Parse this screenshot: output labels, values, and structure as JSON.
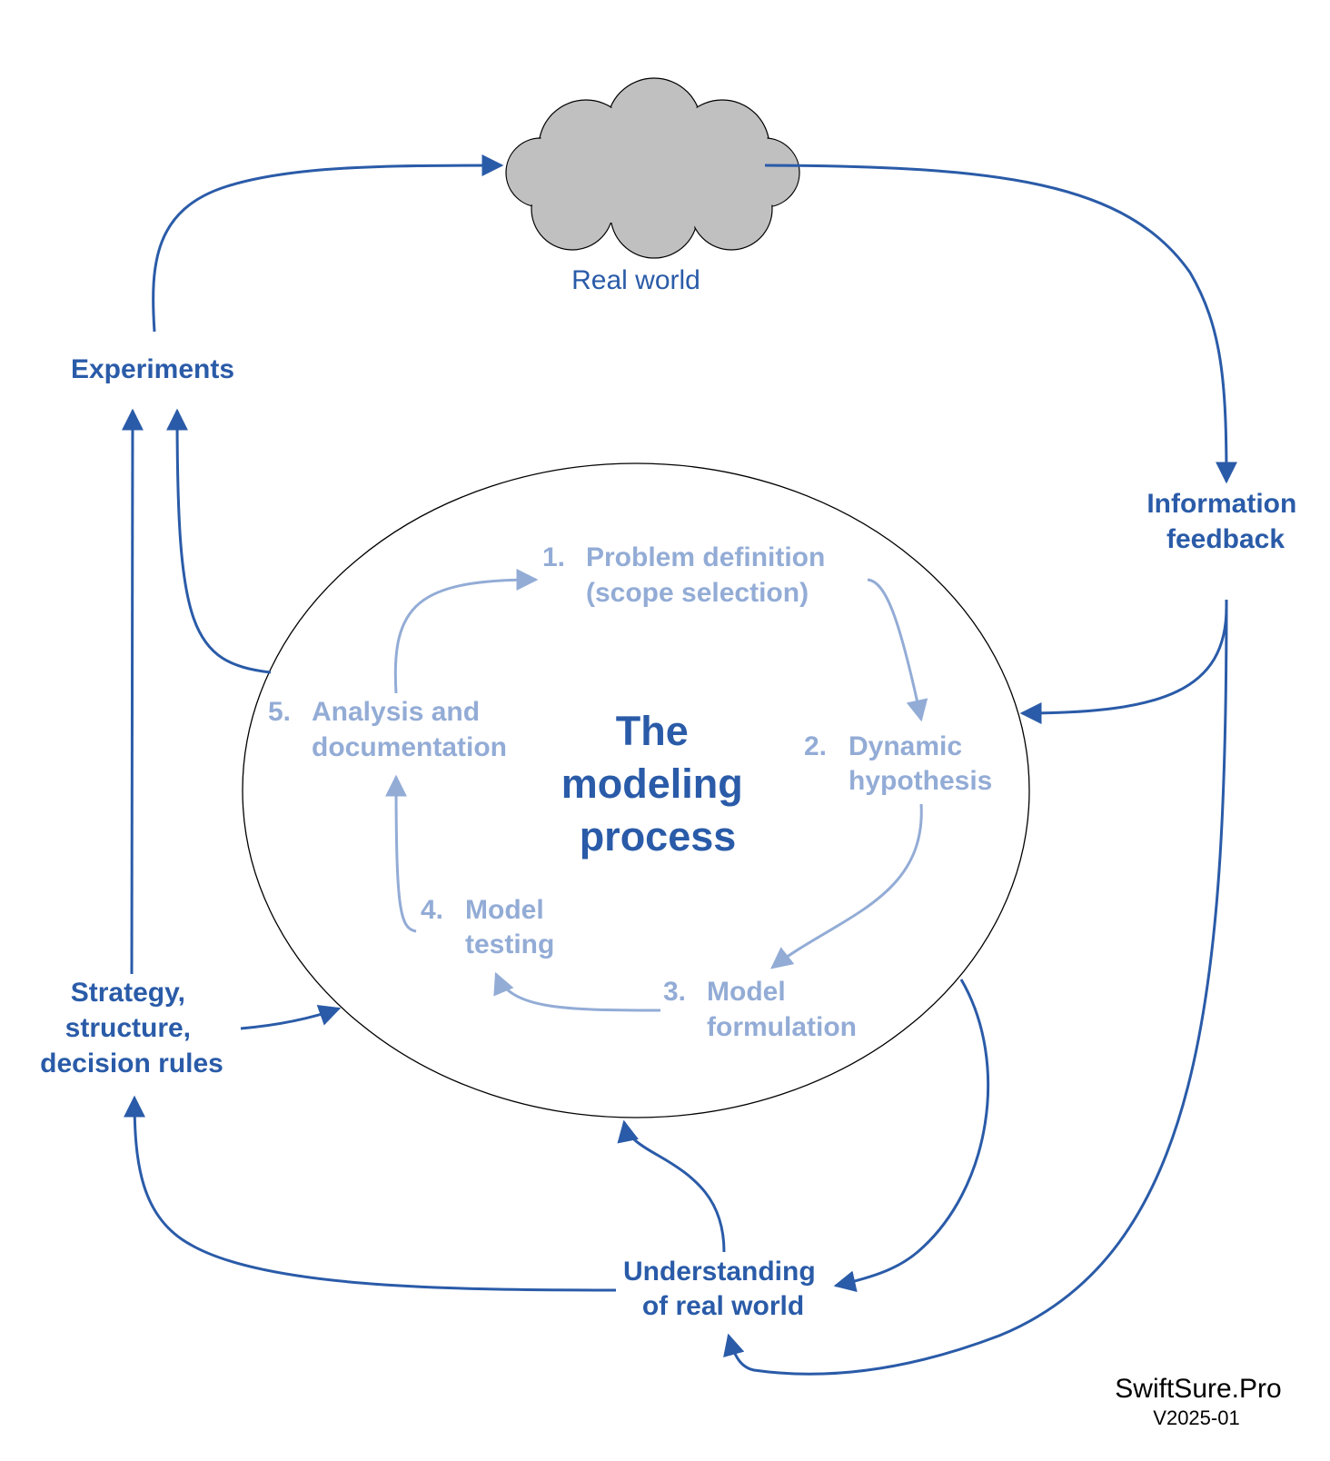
{
  "diagram": {
    "real_world": "Real world",
    "experiments": "Experiments",
    "information_feedback": [
      "Information",
      "feedback"
    ],
    "strategy": [
      "Strategy,",
      "structure,",
      "decision rules"
    ],
    "understanding": [
      "Understanding",
      "of real world"
    ],
    "center_title": [
      "The",
      "modeling",
      "process"
    ],
    "steps": {
      "step1": {
        "num": "1.",
        "lines": [
          "Problem definition",
          "(scope selection)"
        ]
      },
      "step2": {
        "num": "2.",
        "lines": [
          "Dynamic",
          "hypothesis"
        ]
      },
      "step3": {
        "num": "3.",
        "lines": [
          "Model",
          "formulation"
        ]
      },
      "step4": {
        "num": "4.",
        "lines": [
          "Model",
          "testing"
        ]
      },
      "step5": {
        "num": "5.",
        "lines": [
          "Analysis and",
          "documentation"
        ]
      }
    }
  },
  "branding": {
    "name": "SwiftSure.Pro",
    "version": "V2025-01"
  },
  "colors": {
    "dark_blue": "#2a5ba8",
    "light_blue": "#93acd6",
    "cloud": "#c0c0c0"
  }
}
